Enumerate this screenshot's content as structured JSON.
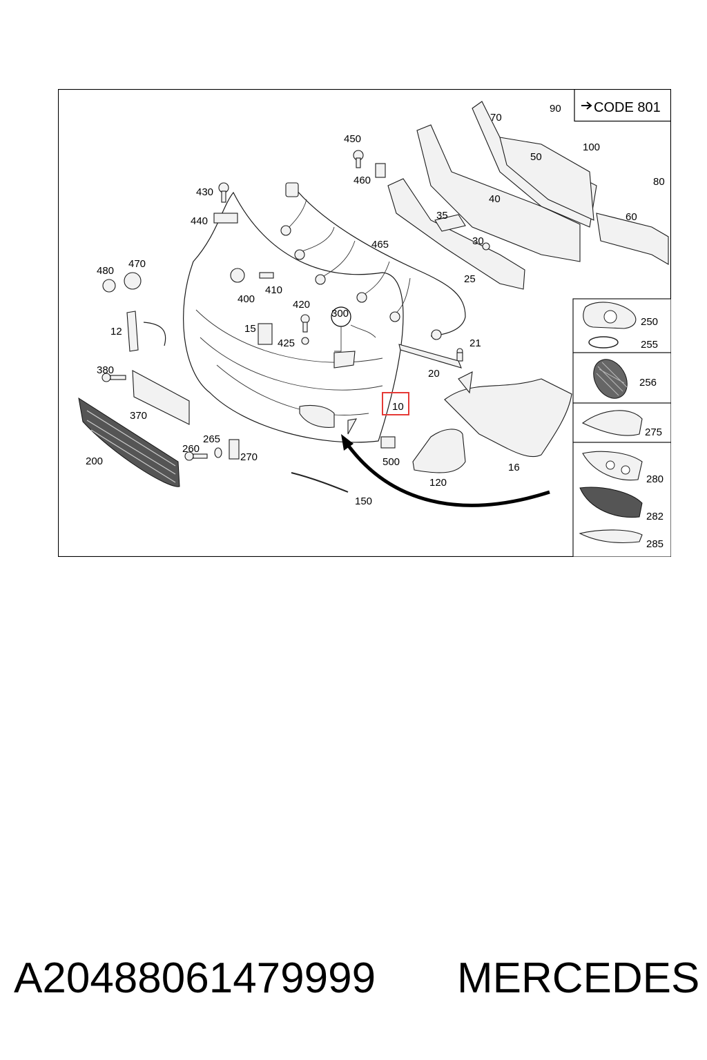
{
  "code_box": {
    "label": "CODE 801"
  },
  "callouts": {
    "c10": "10",
    "c12": "12",
    "c15": "15",
    "c16": "16",
    "c20": "20",
    "c21": "21",
    "c25": "25",
    "c30": "30",
    "c35": "35",
    "c40": "40",
    "c50": "50",
    "c60": "60",
    "c70": "70",
    "c80": "80",
    "c90": "90",
    "c100": "100",
    "c120": "120",
    "c150": "150",
    "c200": "200",
    "c250": "250",
    "c255": "255",
    "c256": "256",
    "c260": "260",
    "c265": "265",
    "c270": "270",
    "c275": "275",
    "c280": "280",
    "c282": "282",
    "c285": "285",
    "c300": "300",
    "c370": "370",
    "c380": "380",
    "c400": "400",
    "c410": "410",
    "c420": "420",
    "c425": "425",
    "c430": "430",
    "c440": "440",
    "c450": "450",
    "c460": "460",
    "c465": "465",
    "c470": "470",
    "c480": "480",
    "c500": "500"
  },
  "highlight": {
    "callout": "10",
    "color": "#e53935"
  },
  "footer": {
    "part_number": "A20488061479999",
    "brand": "MERCEDES"
  }
}
